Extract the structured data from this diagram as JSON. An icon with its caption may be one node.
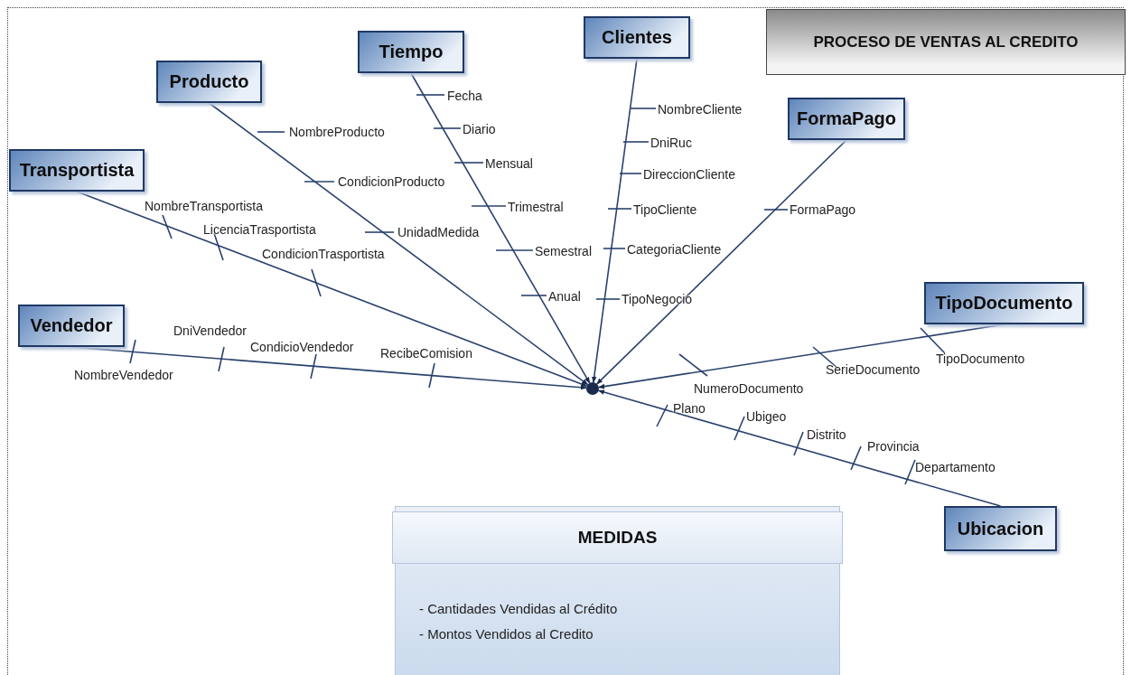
{
  "diagram": {
    "title": "PROCESO DE VENTAS AL CREDITO",
    "nodes": [
      {
        "text": [
          "Clientes"
        ]
      },
      {
        "text": [
          "Tiempo"
        ]
      },
      {
        "text": [
          "Producto"
        ]
      },
      {
        "text": [
          "FormaPago"
        ]
      },
      {
        "text": [
          "Transportista"
        ]
      },
      {
        "text": [
          "TipoDocumento"
        ]
      },
      {
        "text": [
          "Vendedor"
        ]
      },
      {
        "text": [],
        "shape": "circle"
      },
      {
        "text": [
          "Ubicacion"
        ]
      },
      {
        "text": [
          "MEDIDAS",
          "- Cantidades Vendidas al Crédito",
          "- Montos Vendidos al Credito"
        ]
      }
    ],
    "edges": [
      {
        "from": 0,
        "to": 7,
        "arrow": "to"
      },
      {
        "from": 1,
        "to": 7,
        "arrow": "to"
      },
      {
        "from": 2,
        "to": 7,
        "arrow": "to"
      },
      {
        "from": 3,
        "to": 7,
        "arrow": "to"
      },
      {
        "from": 4,
        "to": 7,
        "arrow": "to"
      },
      {
        "from": 5,
        "to": 7,
        "arrow": "to"
      },
      {
        "from": 6,
        "to": 7,
        "arrow": "to"
      },
      {
        "from": 8,
        "to": 7,
        "arrow": "to"
      }
    ],
    "labels": [
      "Fecha",
      "Diario",
      "Mensual",
      "Trimestral",
      "Semestral",
      "Anual",
      "NombreProducto",
      "CondicionProducto",
      "UnidadMedida",
      "NombreCliente",
      "DniRuc",
      "DireccionCliente",
      "TipoCliente",
      "CategoriaCliente",
      "TipoNegocio",
      "FormaPago",
      "NombreTransportista",
      "LicenciaTrasportista",
      "CondicionTrasportista",
      "NombreVendedor",
      "DniVendedor",
      "CondicioVendedor",
      "RecibeComision",
      "NumeroDocumento",
      "SerieDocumento",
      "TipoDocumento",
      "Plano",
      "Ubigeo",
      "Distrito",
      "Provincia",
      "Departamento"
    ]
  }
}
